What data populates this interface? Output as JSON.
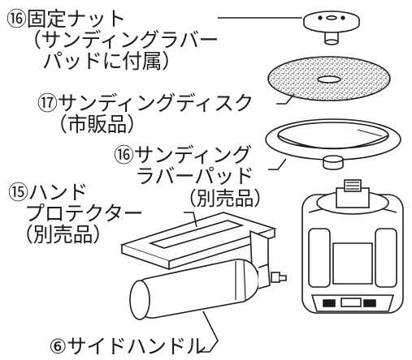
{
  "labels": {
    "nut_l1": "⑯固定ナット",
    "nut_l2": "（サンディングラバー",
    "nut_l3": "パッドに付属）",
    "disc_l1": "⑰サンディングディスク",
    "disc_l2": "（市販品）",
    "pad_l1": "⑯サンディング",
    "pad_l2": "ラバーパッド",
    "pad_l3": "（別売品）",
    "guard_l1": "⑮ハンド",
    "guard_l2": "プロテクター",
    "guard_l3": "（別売品）",
    "handle_l1": "⑥サイドハンドル"
  },
  "colors": {
    "ink": "#1a1a1a",
    "paper": "#ffffff"
  }
}
